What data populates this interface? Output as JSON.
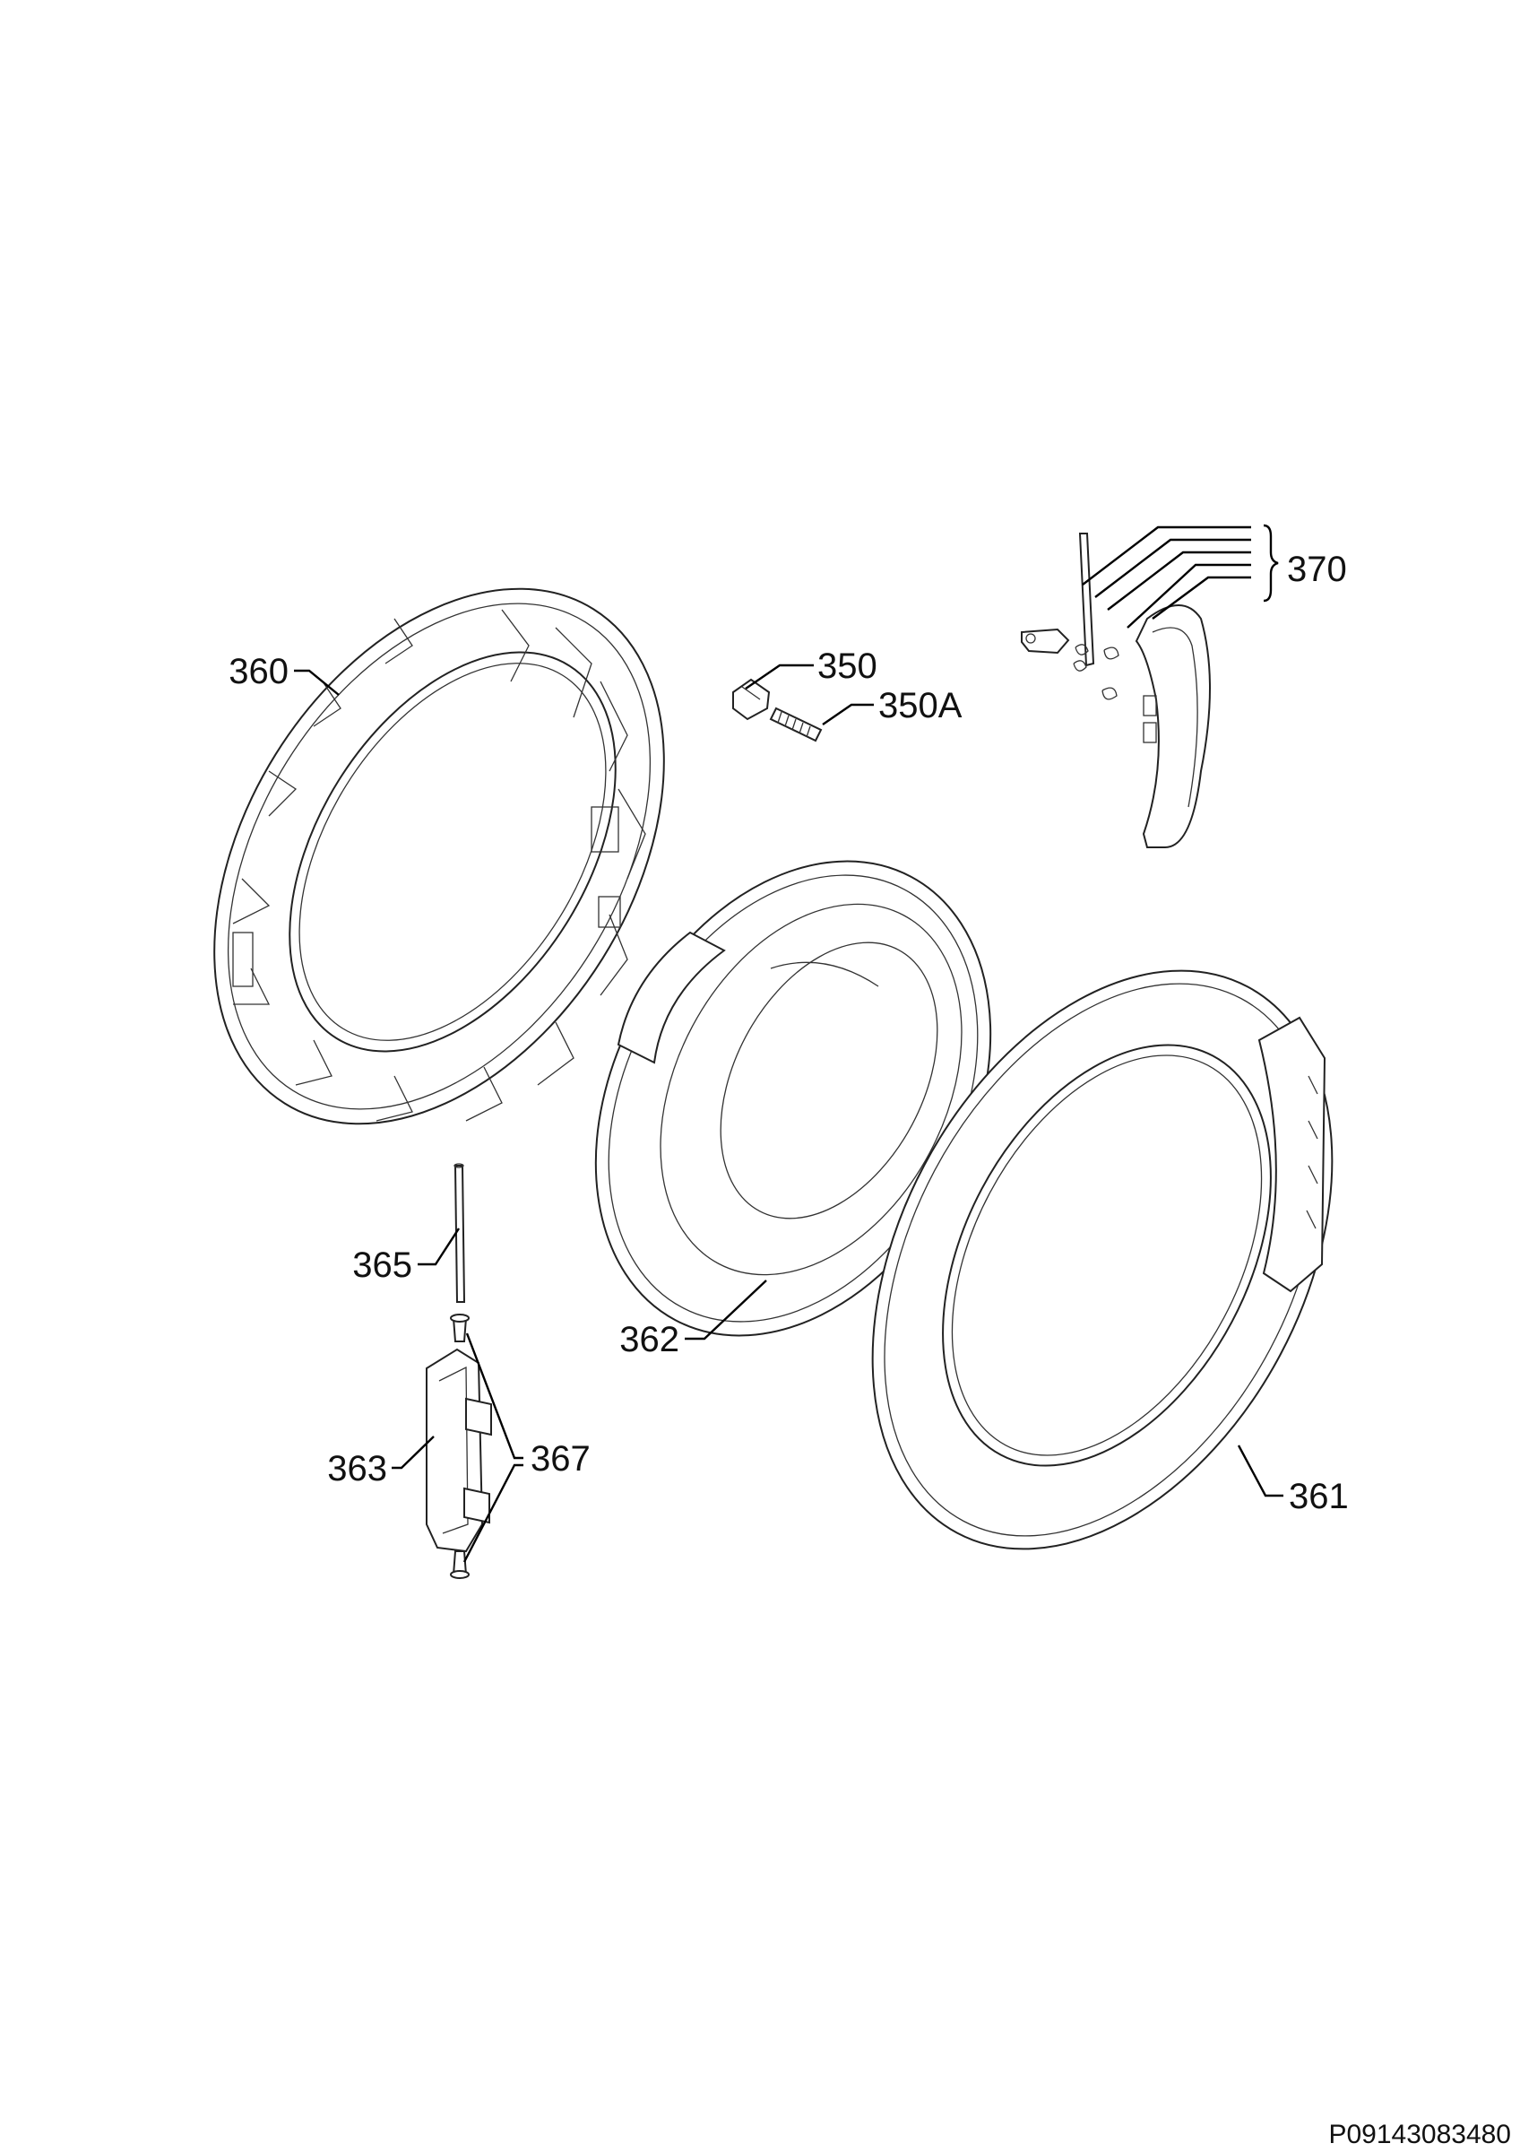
{
  "diagram": {
    "parts": [
      {
        "id": "p350",
        "label": "350"
      },
      {
        "id": "p350a",
        "label": "350A"
      },
      {
        "id": "p360",
        "label": "360"
      },
      {
        "id": "p361",
        "label": "361"
      },
      {
        "id": "p362",
        "label": "362"
      },
      {
        "id": "p363",
        "label": "363"
      },
      {
        "id": "p365",
        "label": "365"
      },
      {
        "id": "p367",
        "label": "367"
      },
      {
        "id": "p370",
        "label": "370"
      }
    ],
    "reference_code": "P09143083480"
  }
}
